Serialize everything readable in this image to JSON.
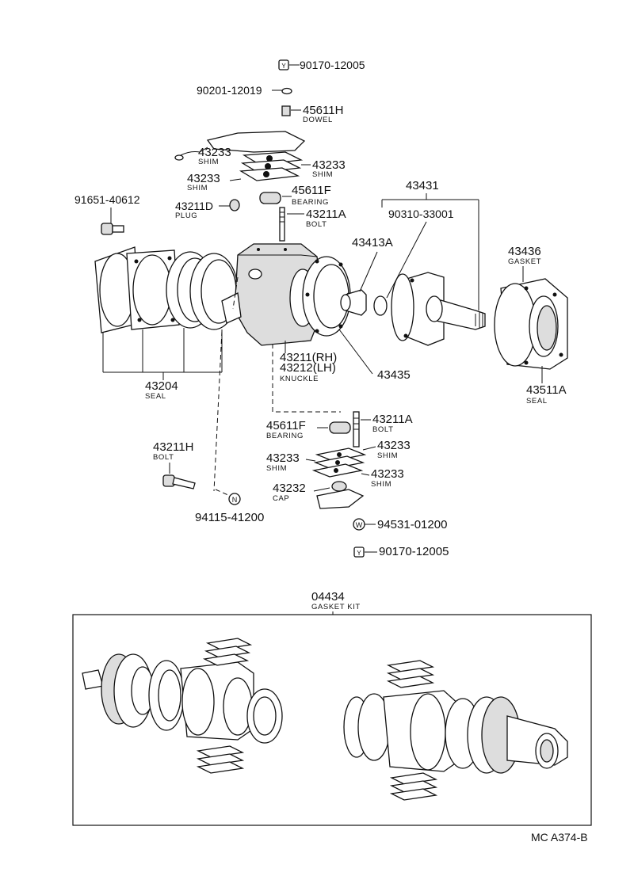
{
  "parts": {
    "nut_top": "90170-12005",
    "washer_top": "90201-12019",
    "dowel": {
      "number": "45611H",
      "name": "DOWEL"
    },
    "shim_left_upper": {
      "number": "43233",
      "name": "SHIM"
    },
    "shim_right_upper": {
      "number": "43233",
      "name": "SHIM"
    },
    "shim_left_lower": {
      "number": "43233",
      "name": "SHIM"
    },
    "bearing_upper": {
      "number": "45611F",
      "name": "BEARING"
    },
    "plug": {
      "number": "43211D",
      "name": "PLUG"
    },
    "bolt_upper": {
      "number": "43211A",
      "name": "BOLT"
    },
    "screw_left": "91651-40612",
    "spindle": "43431",
    "bush": "90310-33001",
    "bearing_race": "43413A",
    "gasket": {
      "number": "43436",
      "name": "GASKET"
    },
    "knuckle": {
      "number_rh": "43211(RH)",
      "number_lh": "43212(LH)",
      "name": "KNUCKLE"
    },
    "knuckle_gasket": "43435",
    "seal_left": {
      "number": "43204",
      "name": "SEAL"
    },
    "seal_right": {
      "number": "43511A",
      "name": "SEAL"
    },
    "bearing_lower": {
      "number": "45611F",
      "name": "BEARING"
    },
    "bolt_lower": {
      "number": "43211A",
      "name": "BOLT"
    },
    "shim_lower_right_1": {
      "number": "43233",
      "name": "SHIM"
    },
    "shim_lower_left": {
      "number": "43233",
      "name": "SHIM"
    },
    "shim_lower_right_2": {
      "number": "43233",
      "name": "SHIM"
    },
    "cap": {
      "number": "43232",
      "name": "CAP"
    },
    "bolt_knuckle": {
      "number": "43211H",
      "name": "BOLT"
    },
    "nut_knuckle": "94115-41200",
    "washer_bottom": "94531-01200",
    "nut_bottom": "90170-12005",
    "gasket_kit": {
      "number": "04434",
      "name": "GASKET KIT"
    }
  },
  "icons": {
    "nut": "Y",
    "washer": "W",
    "nut_n": "N"
  },
  "figure_code": "MC A374-B"
}
